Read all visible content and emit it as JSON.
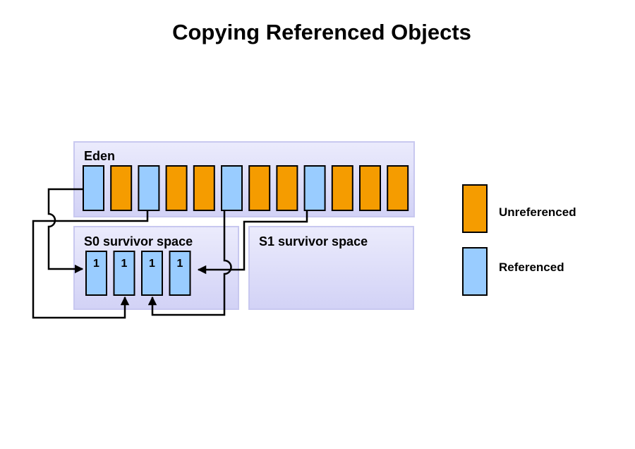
{
  "title": "Copying Referenced Objects",
  "colors": {
    "unreferenced": "#f59c00",
    "referenced": "#99ccff",
    "region_fill": "#e3e3fb",
    "region_border": "#c8c8f0"
  },
  "eden": {
    "label": "Eden",
    "objects": [
      "referenced",
      "unreferenced",
      "referenced",
      "unreferenced",
      "unreferenced",
      "referenced",
      "unreferenced",
      "unreferenced",
      "referenced",
      "unreferenced",
      "unreferenced",
      "unreferenced"
    ]
  },
  "s0": {
    "label": "S0 survivor space",
    "objects": [
      {
        "state": "referenced",
        "age": "1"
      },
      {
        "state": "referenced",
        "age": "1"
      },
      {
        "state": "referenced",
        "age": "1"
      },
      {
        "state": "referenced",
        "age": "1"
      }
    ]
  },
  "s1": {
    "label": "S1 survivor space"
  },
  "legend": {
    "unreferenced": "Unreferenced",
    "referenced": "Referenced"
  }
}
